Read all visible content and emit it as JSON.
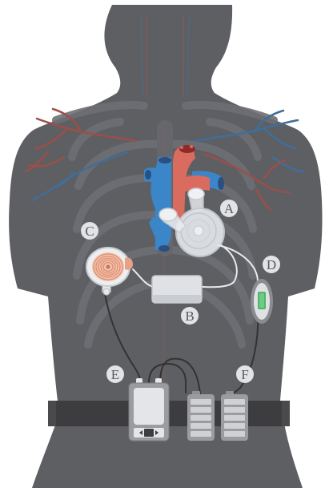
{
  "labels": {
    "a": "A",
    "b": "B",
    "c": "C",
    "d": "D",
    "e": "E",
    "f": "F"
  },
  "colors": {
    "background": "#ffffff",
    "body": "#5e5f63",
    "ribs": "#6a6b70",
    "artery": "#d96b5f",
    "vein": "#3b86c9",
    "vessel_red": "#b5524a",
    "vessel_blue": "#3f6f9d",
    "device_light": "#e3e5e8",
    "device_dark": "#808287",
    "belt": "#3d3d3f",
    "battery": "#9a9ca0",
    "battery_cell": "#cfd1d4",
    "coil": "#e8a187",
    "monitor_green": "#4db568",
    "callout_fill": "#e2e3e5",
    "callout_text": "#555b66",
    "cable": "#333333"
  }
}
